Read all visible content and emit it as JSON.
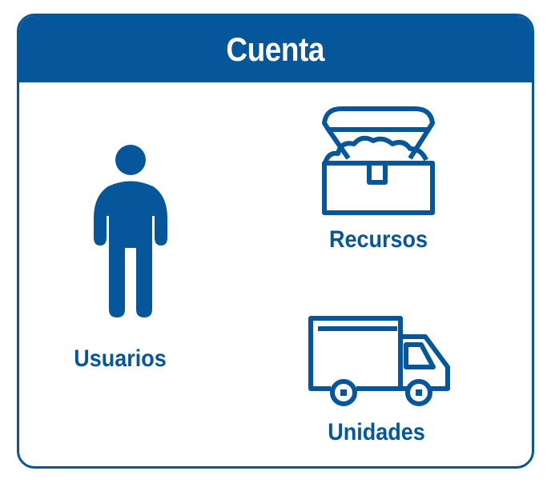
{
  "header": {
    "title": "Cuenta"
  },
  "items": [
    {
      "label": "Usuarios",
      "icon": "person-icon"
    },
    {
      "label": "Recursos",
      "icon": "treasure-chest-icon"
    },
    {
      "label": "Unidades",
      "icon": "delivery-truck-icon"
    }
  ],
  "colors": {
    "primary": "#06569B",
    "background": "#FFFFFF"
  }
}
